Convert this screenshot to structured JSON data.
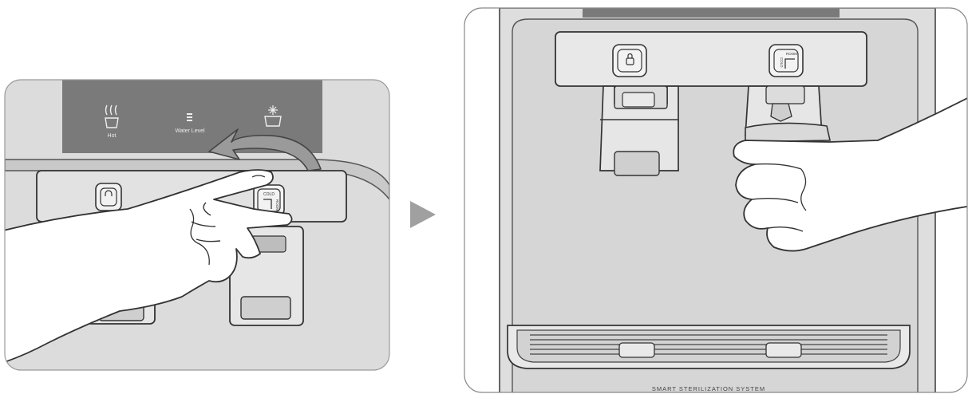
{
  "left_panel": {
    "indicators": {
      "hot_label": "Hot",
      "water_level_label": "Water Level",
      "cold_icon": "cold-ice-cup-icon",
      "hot_icon": "hot-steam-cup-icon",
      "water_level_icon": "water-level-bars-icon"
    },
    "cold_button": {
      "top": "COLD",
      "side": "ROOM"
    },
    "gesture": "swipe-left-arrow"
  },
  "transition_icon": "play-triangle-arrow",
  "right_panel": {
    "lock_icon": "lock-icon",
    "cold_button": {
      "top": "ROOM",
      "side": "COLD"
    },
    "footer_text": "SMART STERILIZATION SYSTEM"
  },
  "colors": {
    "panel_gray": "#7a7a7a",
    "body_gray": "#dcdcdc",
    "outline": "#333333",
    "arrow": "#9a9a9a"
  }
}
